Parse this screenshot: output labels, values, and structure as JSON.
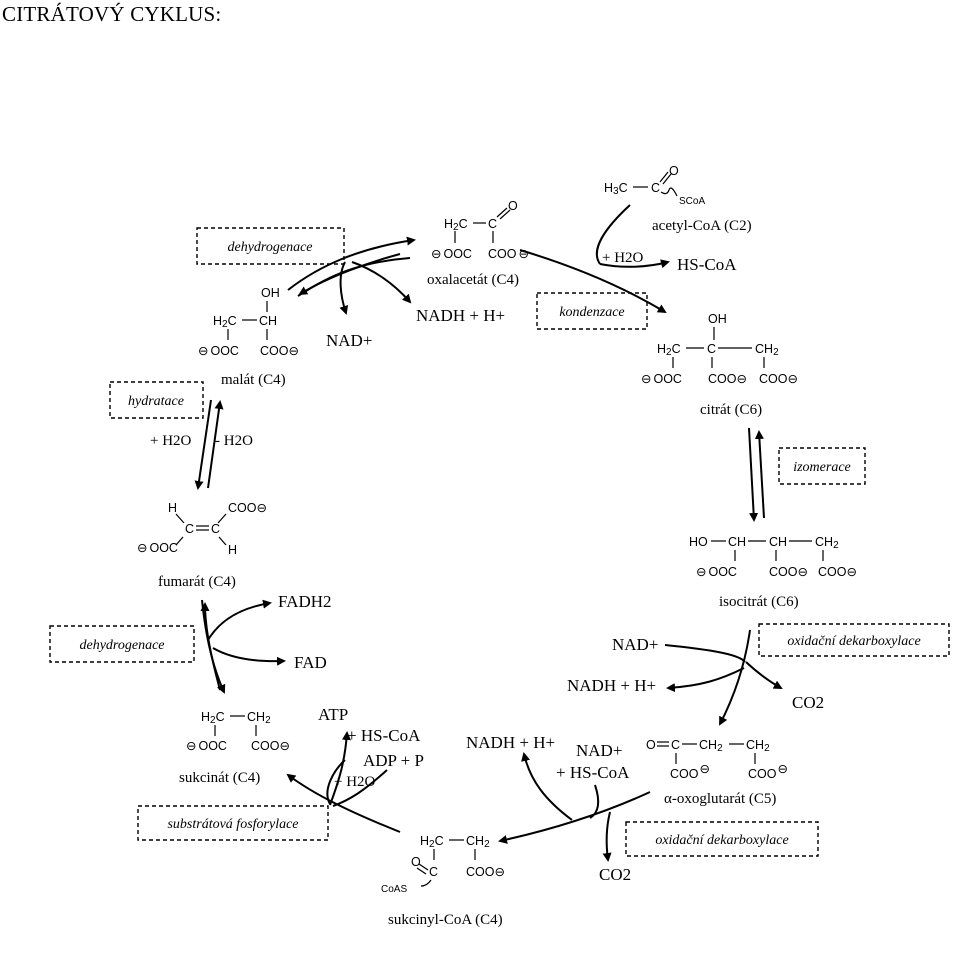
{
  "title": "CITRÁTOVÝ CYKLUS:",
  "boxes": {
    "dehydrogenace_top": "dehydrogenace",
    "hydratace": "hydratace",
    "kondenzace": "kondenzace",
    "izomerace": "izomerace",
    "oxid_dekarb_1": "oxidační dekarboxylace",
    "dehydrogenace_left": "dehydrogenace",
    "substratova": "substrátová fosforylace",
    "oxid_dekarb_2": "oxidační dekarboxylace"
  },
  "compounds": {
    "oxalacetat": "oxalacetát (C4)",
    "acetylcoa": "acetyl-CoA (C2)",
    "citrat": "citrát (C6)",
    "isocitrat": "isocitrát (C6)",
    "oxoglutarat": "α-oxoglutarát (C5)",
    "sukcinylcoa": "sukcinyl-CoA (C4)",
    "sukcinat": "sukcinát (C4)",
    "fumarat": "fumarát (C4)",
    "malat": "malát (C4)"
  },
  "reagents": {
    "h2o_plus_top": "+ H2O",
    "hscoa_top": "HS-CoA",
    "nad_top": "NAD+",
    "nadh_top": "NADH + H+",
    "h2o_plus_left": "+ H2O",
    "h2o_minus_left": "- H2O",
    "fadh2": "FADH2",
    "fad": "FAD",
    "nad_iso": "NAD+",
    "nadh_iso": "NADH + H+",
    "co2_iso": "CO2",
    "nadh_oxo": "NADH + H+",
    "nad_oxo": "NAD+",
    "hscoa_oxo": "+ HS-CoA",
    "co2_oxo": "CO2",
    "atp": "ATP",
    "hscoa_suc": "+ HS-CoA",
    "adp": "ADP + P",
    "h2o_suc": "+ H2O"
  },
  "icons": [
    "arrow-icon"
  ]
}
